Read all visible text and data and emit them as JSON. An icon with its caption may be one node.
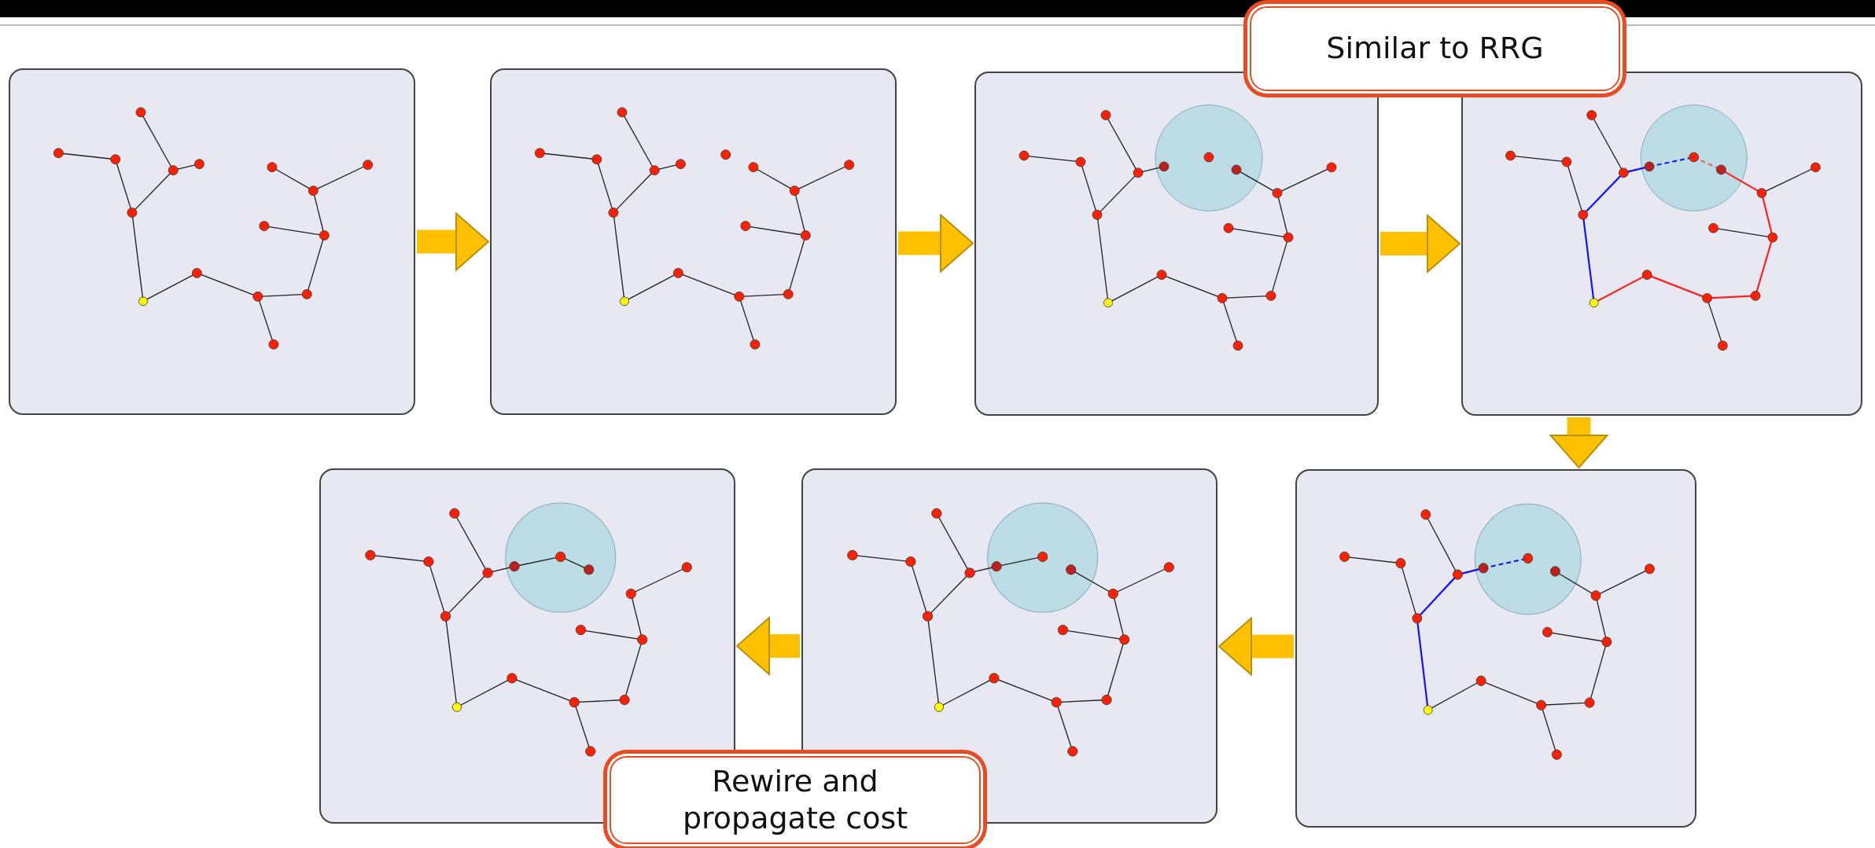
{
  "diagram": {
    "nodes": [
      {
        "text": [],
        "shape": "picture"
      },
      {
        "text": [],
        "shape": "picture"
      },
      {
        "text": [],
        "shape": "picture"
      },
      {
        "text": [],
        "shape": "picture"
      },
      {
        "text": [],
        "shape": "picture"
      },
      {
        "text": [],
        "shape": "picture"
      },
      {
        "text": [],
        "shape": "picture"
      },
      {
        "text": [
          "Similar to RRG"
        ]
      },
      {
        "text": [
          "Rewire and propagate cost"
        ]
      }
    ],
    "edges": [
      {
        "from": 0,
        "to": 1,
        "arrow": "to"
      },
      {
        "from": 1,
        "to": 2,
        "arrow": "to"
      },
      {
        "from": 2,
        "to": 3,
        "arrow": "to"
      },
      {
        "from": 3,
        "to": 6,
        "arrow": "to"
      },
      {
        "from": 6,
        "to": 5,
        "arrow": "to"
      },
      {
        "from": 5,
        "to": 4,
        "arrow": "to"
      }
    ]
  }
}
